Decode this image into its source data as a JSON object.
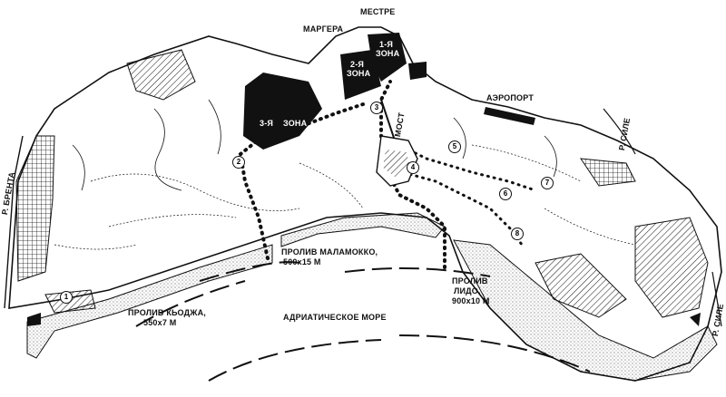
{
  "labels": {
    "mestre": "МЕСТРЕ",
    "margera": "МАРГЕРА",
    "zone1_a": "1-Я",
    "zone1_b": "ЗОНА",
    "zone2_a": "2-Я",
    "zone2_b": "ЗОНА",
    "zone3_a": "3-Я",
    "zone3_b": "ЗОНА",
    "most": "МОСТ",
    "airport": "АЭРОПОРТ",
    "sile_top": "Р. СИЛЕ",
    "sile_bottom": "Р. СИЛЕ",
    "brenta": "Р. БРЕНТА",
    "malamocco_1": "ПРОЛИВ МАЛАМОККО,",
    "malamocco_2": "500х15 М",
    "lido_1": "ПРОЛИВ",
    "lido_2": "ЛИДО,",
    "lido_3": "900х10 М",
    "chioggia_1": "ПРОЛИВ КЬОДЖА,",
    "chioggia_2": "550х7 М",
    "sea": "АДРИАТИЧЕСКОЕ МОРЕ"
  },
  "markers": [
    "1",
    "2",
    "3",
    "4",
    "5",
    "6",
    "7",
    "8"
  ],
  "colors": {
    "ink": "#111111",
    "paper": "#ffffff"
  }
}
